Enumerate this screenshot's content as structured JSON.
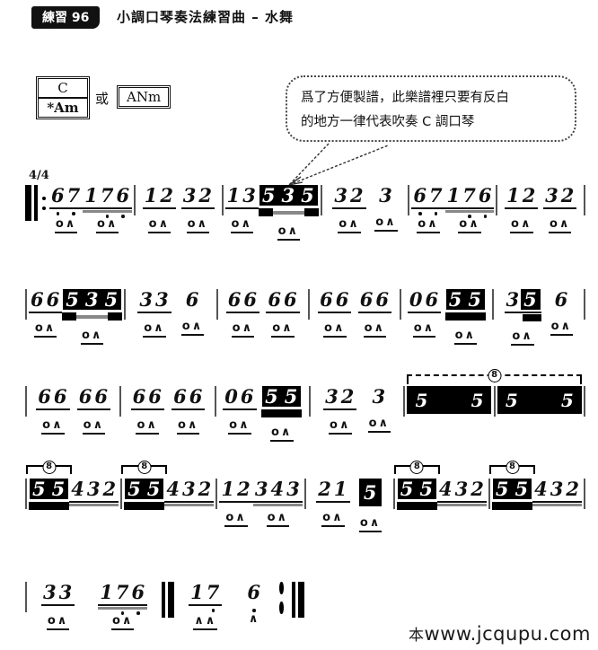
{
  "header": {
    "badge": "練習 96",
    "title": "小調口琴奏法練習曲 – 水舞"
  },
  "chords": {
    "box1_top": "C",
    "box1_bottom": "*Am",
    "or_text": "或",
    "box2": "ANm"
  },
  "bubble": {
    "line1": "爲了方便製譜，此樂譜裡只要有反白",
    "line2": "的地方一律代表吹奏 C 調口琴"
  },
  "watermark": {
    "prefix": "本",
    "url": "www.jcqupu.com"
  },
  "colors": {
    "ink": "#111111",
    "beam_gray": "#888888",
    "barline_gray": "#555555",
    "inverse_bg": "#000000",
    "inverse_text": "#ffffff"
  },
  "music": {
    "time_signature": "4/4",
    "octave_label": "8",
    "breath_legend": {
      "blow": "o",
      "draw": "∧"
    },
    "lines": [
      {
        "start": "repeat-begin",
        "end": "thin",
        "measures": [
          {
            "groups": [
              {
                "n": "67",
                "low": [
                  0,
                  1
                ],
                "u": 1,
                "b": "o∧"
              },
              {
                "n": "176",
                "low": [
                  1,
                  2
                ],
                "u": 2,
                "b": "o∧"
              }
            ]
          },
          {
            "groups": [
              {
                "n": "12",
                "u": 1,
                "b": "o∧"
              },
              {
                "n": "32",
                "u": 1,
                "b": "o∧"
              }
            ]
          },
          {
            "groups": [
              {
                "n": "13",
                "u": 1,
                "b": "o∧"
              },
              {
                "n": "535",
                "inv": true,
                "invbeam": "split",
                "b": "o∧"
              }
            ]
          },
          {
            "groups": [
              {
                "n": "32",
                "u": 1,
                "b": "o∧"
              },
              {
                "n": "3",
                "b": "o∧"
              }
            ]
          },
          {
            "groups": [
              {
                "n": "67",
                "low": [
                  0,
                  1
                ],
                "u": 1,
                "b": "o∧"
              },
              {
                "n": "176",
                "low": [
                  1,
                  2
                ],
                "u": 2,
                "b": "o∧"
              }
            ]
          },
          {
            "groups": [
              {
                "n": "12",
                "u": 1,
                "b": "o∧"
              },
              {
                "n": "32",
                "u": 1,
                "b": "o∧"
              }
            ]
          }
        ]
      },
      {
        "start": "thin",
        "end": "thin",
        "measures": [
          {
            "groups": [
              {
                "n": "66",
                "u": 1,
                "b": "o∧"
              },
              {
                "n": "535",
                "inv": true,
                "invbeam": "split",
                "b": "o∧"
              }
            ]
          },
          {
            "groups": [
              {
                "n": "33",
                "u": 1,
                "b": "o∧"
              },
              {
                "n": "6",
                "b": "o∧"
              }
            ]
          },
          {
            "groups": [
              {
                "n": "66",
                "u": 1,
                "b": "o∧"
              },
              {
                "n": "66",
                "u": 1,
                "b": "o∧"
              }
            ]
          },
          {
            "groups": [
              {
                "n": "66",
                "u": 1,
                "b": "o∧"
              },
              {
                "n": "66",
                "u": 1,
                "b": "o∧"
              }
            ]
          },
          {
            "groups": [
              {
                "n": "06",
                "u": 1,
                "b": "o∧"
              },
              {
                "n": "55",
                "inv": true,
                "invbeam": "full",
                "b": "o∧"
              }
            ]
          },
          {
            "groups": [
              {
                "n": "35",
                "inv": [
                  1
                ],
                "u": 1,
                "invbeam": "right",
                "b": "o∧"
              },
              {
                "n": "6",
                "b": "o∧"
              }
            ]
          }
        ]
      },
      {
        "start": "thin",
        "end": "thin",
        "span8": {
          "from": 4,
          "to": 5
        },
        "measures": [
          {
            "groups": [
              {
                "n": "66",
                "u": 1,
                "b": "o∧"
              },
              {
                "n": "66",
                "u": 1,
                "b": "o∧"
              }
            ]
          },
          {
            "groups": [
              {
                "n": "66",
                "u": 1,
                "b": "o∧"
              },
              {
                "n": "66",
                "u": 1,
                "b": "o∧"
              }
            ]
          },
          {
            "groups": [
              {
                "n": "06",
                "u": 1,
                "b": "o∧"
              },
              {
                "n": "55",
                "inv": true,
                "invbeam": "full",
                "b": "o∧"
              }
            ]
          },
          {
            "groups": [
              {
                "n": "32",
                "u": 1,
                "b": "o∧"
              },
              {
                "n": "3",
                "b": "o∧"
              }
            ]
          },
          {
            "groups": [
              {
                "n": "5 5",
                "block": true
              }
            ]
          },
          {
            "groups": [
              {
                "n": "5 5",
                "block": true
              }
            ]
          }
        ]
      },
      {
        "start": "thin",
        "end": "thin",
        "measures": [
          {
            "groups": [
              {
                "n": "55",
                "inv": true,
                "invbeam": "full",
                "br8": true
              },
              {
                "n": "432",
                "u": 2
              }
            ]
          },
          {
            "groups": [
              {
                "n": "55",
                "inv": true,
                "invbeam": "full",
                "br8": true
              },
              {
                "n": "432",
                "u": 2
              }
            ]
          },
          {
            "groups": [
              {
                "n": "12",
                "u": 1,
                "b": "o∧"
              },
              {
                "n": "343",
                "u": 2,
                "b": "o∧"
              }
            ]
          },
          {
            "groups": [
              {
                "n": "21",
                "u": 1,
                "b": "o∧"
              },
              {
                "n": "5",
                "inv": true,
                "tall": true,
                "b": "o∧"
              }
            ]
          },
          {
            "groups": [
              {
                "n": "55",
                "inv": true,
                "invbeam": "full",
                "br8": true
              },
              {
                "n": "432",
                "u": 2
              }
            ]
          },
          {
            "groups": [
              {
                "n": "55",
                "inv": true,
                "invbeam": "full",
                "br8": true
              },
              {
                "n": "432",
                "u": 2
              }
            ]
          }
        ]
      },
      {
        "start": "thin",
        "end": "repeat-end",
        "measures": [
          {
            "groups": [
              {
                "n": "33",
                "u": 1,
                "b": "o∧"
              },
              {
                "n": "176",
                "low": [
                  1,
                  2
                ],
                "u": 2,
                "b": "o∧"
              }
            ],
            "bar": "dbl"
          },
          {
            "groups": [
              {
                "n": "17",
                "low": [
                  1
                ],
                "u": 1,
                "b": "∧∧"
              },
              {
                "n": "6",
                "low": [
                  0
                ],
                "b": "∧"
              }
            ]
          }
        ]
      }
    ]
  }
}
